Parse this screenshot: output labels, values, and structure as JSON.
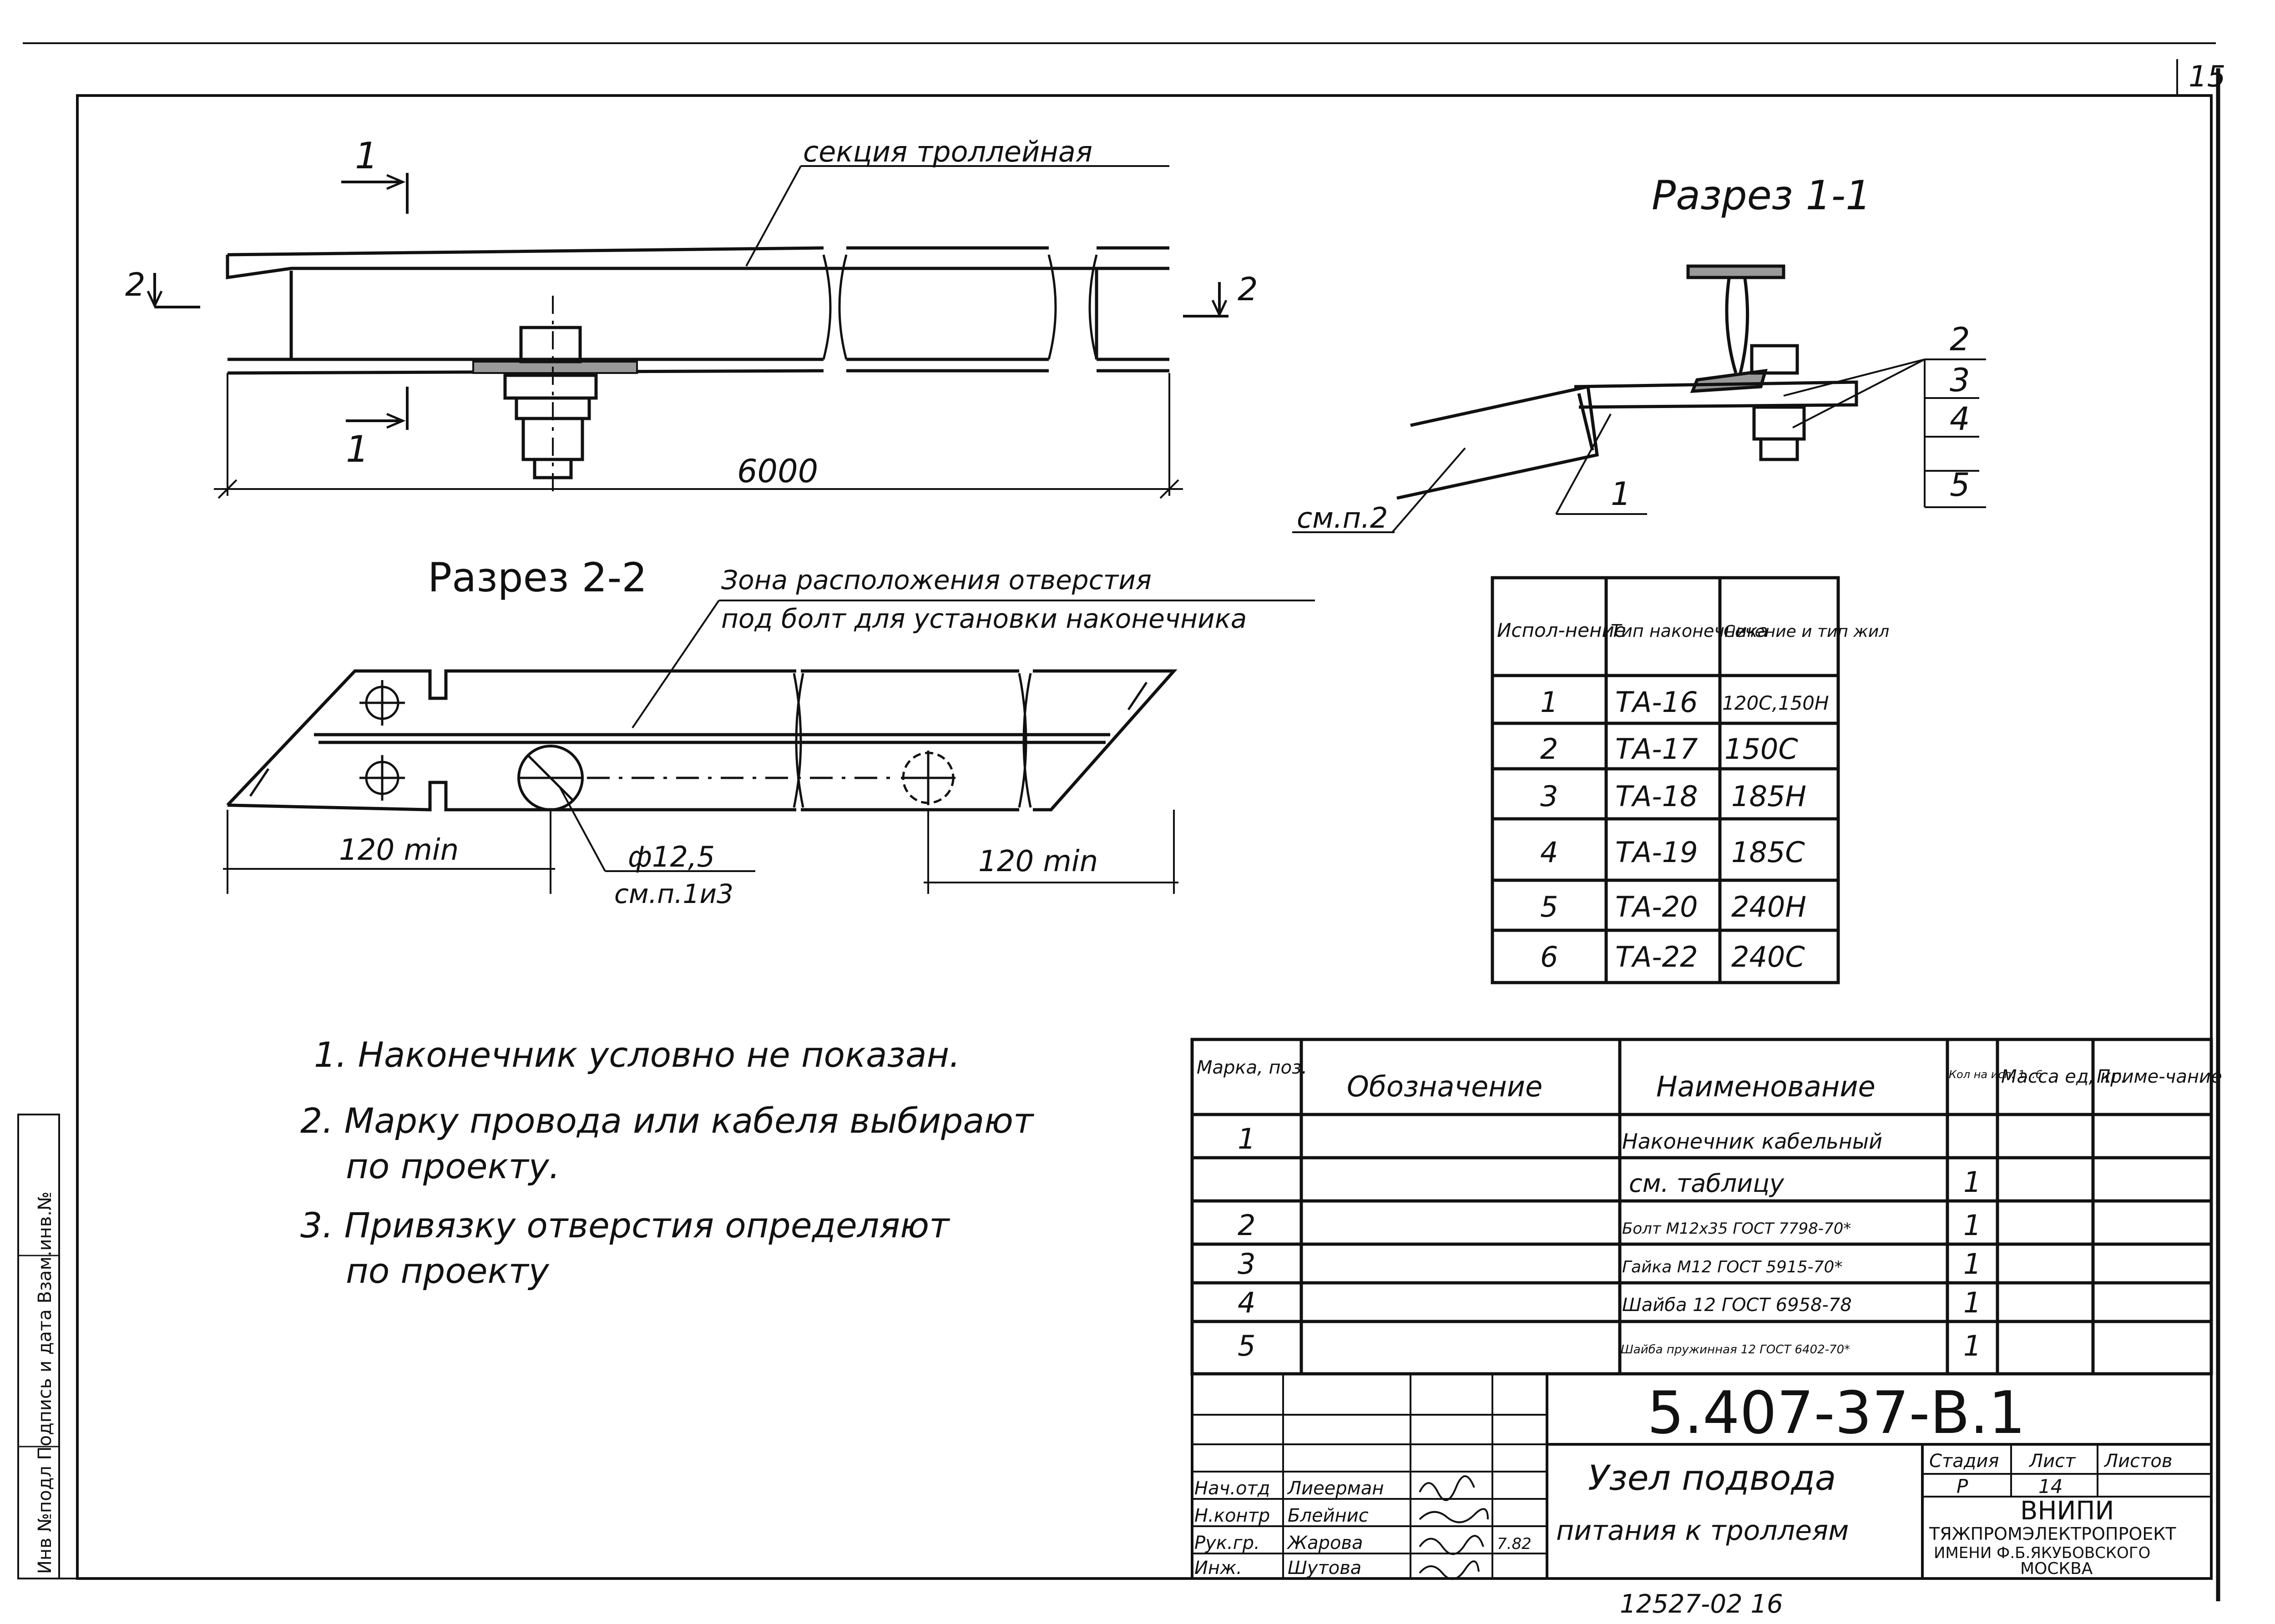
{
  "sheet_number": "15",
  "top_view": {
    "section_label": "секция троллейная",
    "cut1_top": "1",
    "cut1_bottom": "1",
    "cut2_left": "2",
    "cut2_right": "2",
    "dimension": "6000"
  },
  "section_1_1": {
    "title": "Разрез 1-1",
    "callouts": [
      "2",
      "3",
      "4",
      "5"
    ],
    "label_cable": "1",
    "label_ref": "см.п.2"
  },
  "section_2_2": {
    "title": "Разрез 2-2",
    "zone_note_line1": "Зона расположения отверстия",
    "zone_note_line2": "под болт для установки наконечника",
    "dim_left": "120 min",
    "dim_right": "120 min",
    "hole_dim": "ф12,5",
    "hole_ref": "см.п.1и3"
  },
  "variant_table": {
    "headers": [
      "Испол-нение",
      "Тип наконечника",
      "Сечение и тип жил"
    ],
    "rows": [
      [
        "1",
        "ТА-16",
        "120С,150Н"
      ],
      [
        "2",
        "ТА-17",
        "150С"
      ],
      [
        "3",
        "ТА-18",
        "185Н"
      ],
      [
        "4",
        "ТА-19",
        "185С"
      ],
      [
        "5",
        "ТА-20",
        "240Н"
      ],
      [
        "6",
        "ТА-22",
        "240С"
      ]
    ]
  },
  "notes": [
    "1. Наконечник условно не показан.",
    "2. Марку провода или кабеля выбирают",
    "по проекту.",
    "3. Привязку отверстия определяют",
    "по проекту"
  ],
  "spec_table": {
    "headers": [
      "Марка, поз.",
      "Обозначение",
      "Наименование",
      "Кол на исп. 1...6",
      "Масса ед, кг.",
      "Приме-чание"
    ],
    "rows": [
      [
        "1",
        "",
        "Наконечник кабельный",
        "",
        "",
        ""
      ],
      [
        "",
        "",
        "см. таблицу",
        "1",
        "",
        ""
      ],
      [
        "2",
        "",
        "Болт М12х35 ГОСТ 7798-70*",
        "1",
        "",
        ""
      ],
      [
        "3",
        "",
        "Гайка М12 ГОСТ 5915-70*",
        "1",
        "",
        ""
      ],
      [
        "4",
        "",
        "Шайба 12 ГОСТ 6958-78",
        "1",
        "",
        ""
      ],
      [
        "5",
        "",
        "Шайба пружинная 12 ГОСТ 6402-70*",
        "1",
        "",
        ""
      ]
    ]
  },
  "title_block": {
    "doc_code": "5.407-37-В.1",
    "title_line1": "Узел подвода",
    "title_line2": "питания к троллеям",
    "stage_label": "Стадия",
    "sheet_label": "Лист",
    "sheets_label": "Листов",
    "stage": "Р",
    "sheet": "14",
    "org_line1": "ВНИПИ",
    "org_line2": "ТЯЖПРОМЭЛЕКТРОПРОЕКТ",
    "org_line3": "ИМЕНИ Ф.Б.ЯКУБОВСКОГО",
    "org_line4": "МОСКВА",
    "signatures": [
      {
        "role": "Нач.отд",
        "name": "Лиеерман"
      },
      {
        "role": "Н.контр",
        "name": "Блейнис"
      },
      {
        "role": "Рук.гр.",
        "name": "Жарова"
      },
      {
        "role": "Инж.",
        "name": "Шутова"
      }
    ],
    "date_mark": "7.82"
  },
  "side_stamp": "Инв №подл Подпись и дата Взам.инв.№",
  "bottom_code": "12527-02 16"
}
